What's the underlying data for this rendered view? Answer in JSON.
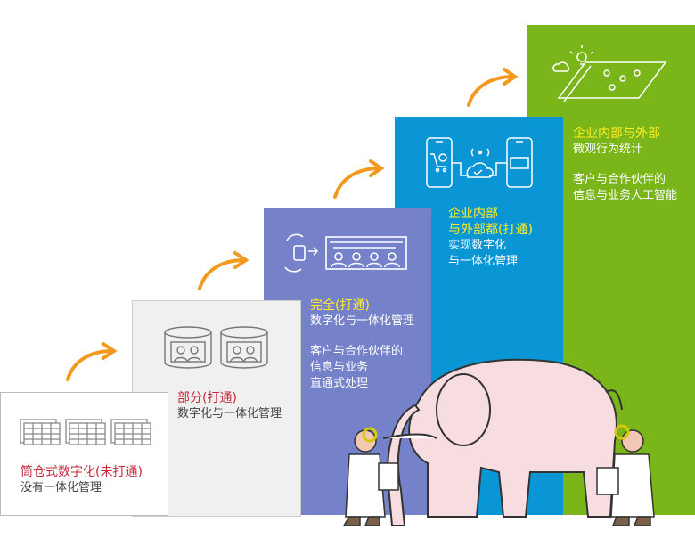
{
  "steps": [
    {
      "title": "筒仓式数字化(未打通)",
      "lines": [
        "没有一体化管理"
      ],
      "icon": "spreadsheet-icon"
    },
    {
      "title": "部分(打通)",
      "lines": [
        "数字化与一体化管理"
      ],
      "icon": "database-icon"
    },
    {
      "title": "完全(打通)",
      "lines": [
        "数字化与一体化管理"
      ],
      "lines2": [
        "客户与合作伙伴的",
        "信息与业务",
        "直通式处理"
      ],
      "icon": "exchange-icon"
    },
    {
      "title": [
        "企业内部",
        "与外部都(打通)"
      ],
      "lines": [
        "实现数字化",
        "与一体化管理"
      ],
      "icon": "mobile-cloud-icon"
    },
    {
      "title": "企业内部与外部",
      "lines": [
        "微观行为统计"
      ],
      "lines2": [
        "客户与合作伙伴的",
        "信息与业务人工智能"
      ],
      "icon": "smartphone-ai-icon"
    }
  ],
  "colors": {
    "step1": "#ffffff",
    "step2": "#f0f0f0",
    "step3": "#7582c9",
    "step4": "#0a95d5",
    "step5": "#7ab51a",
    "arrow": "#f39a1e",
    "title_red": "#c8283a",
    "title_yellow": "#ffee22"
  }
}
